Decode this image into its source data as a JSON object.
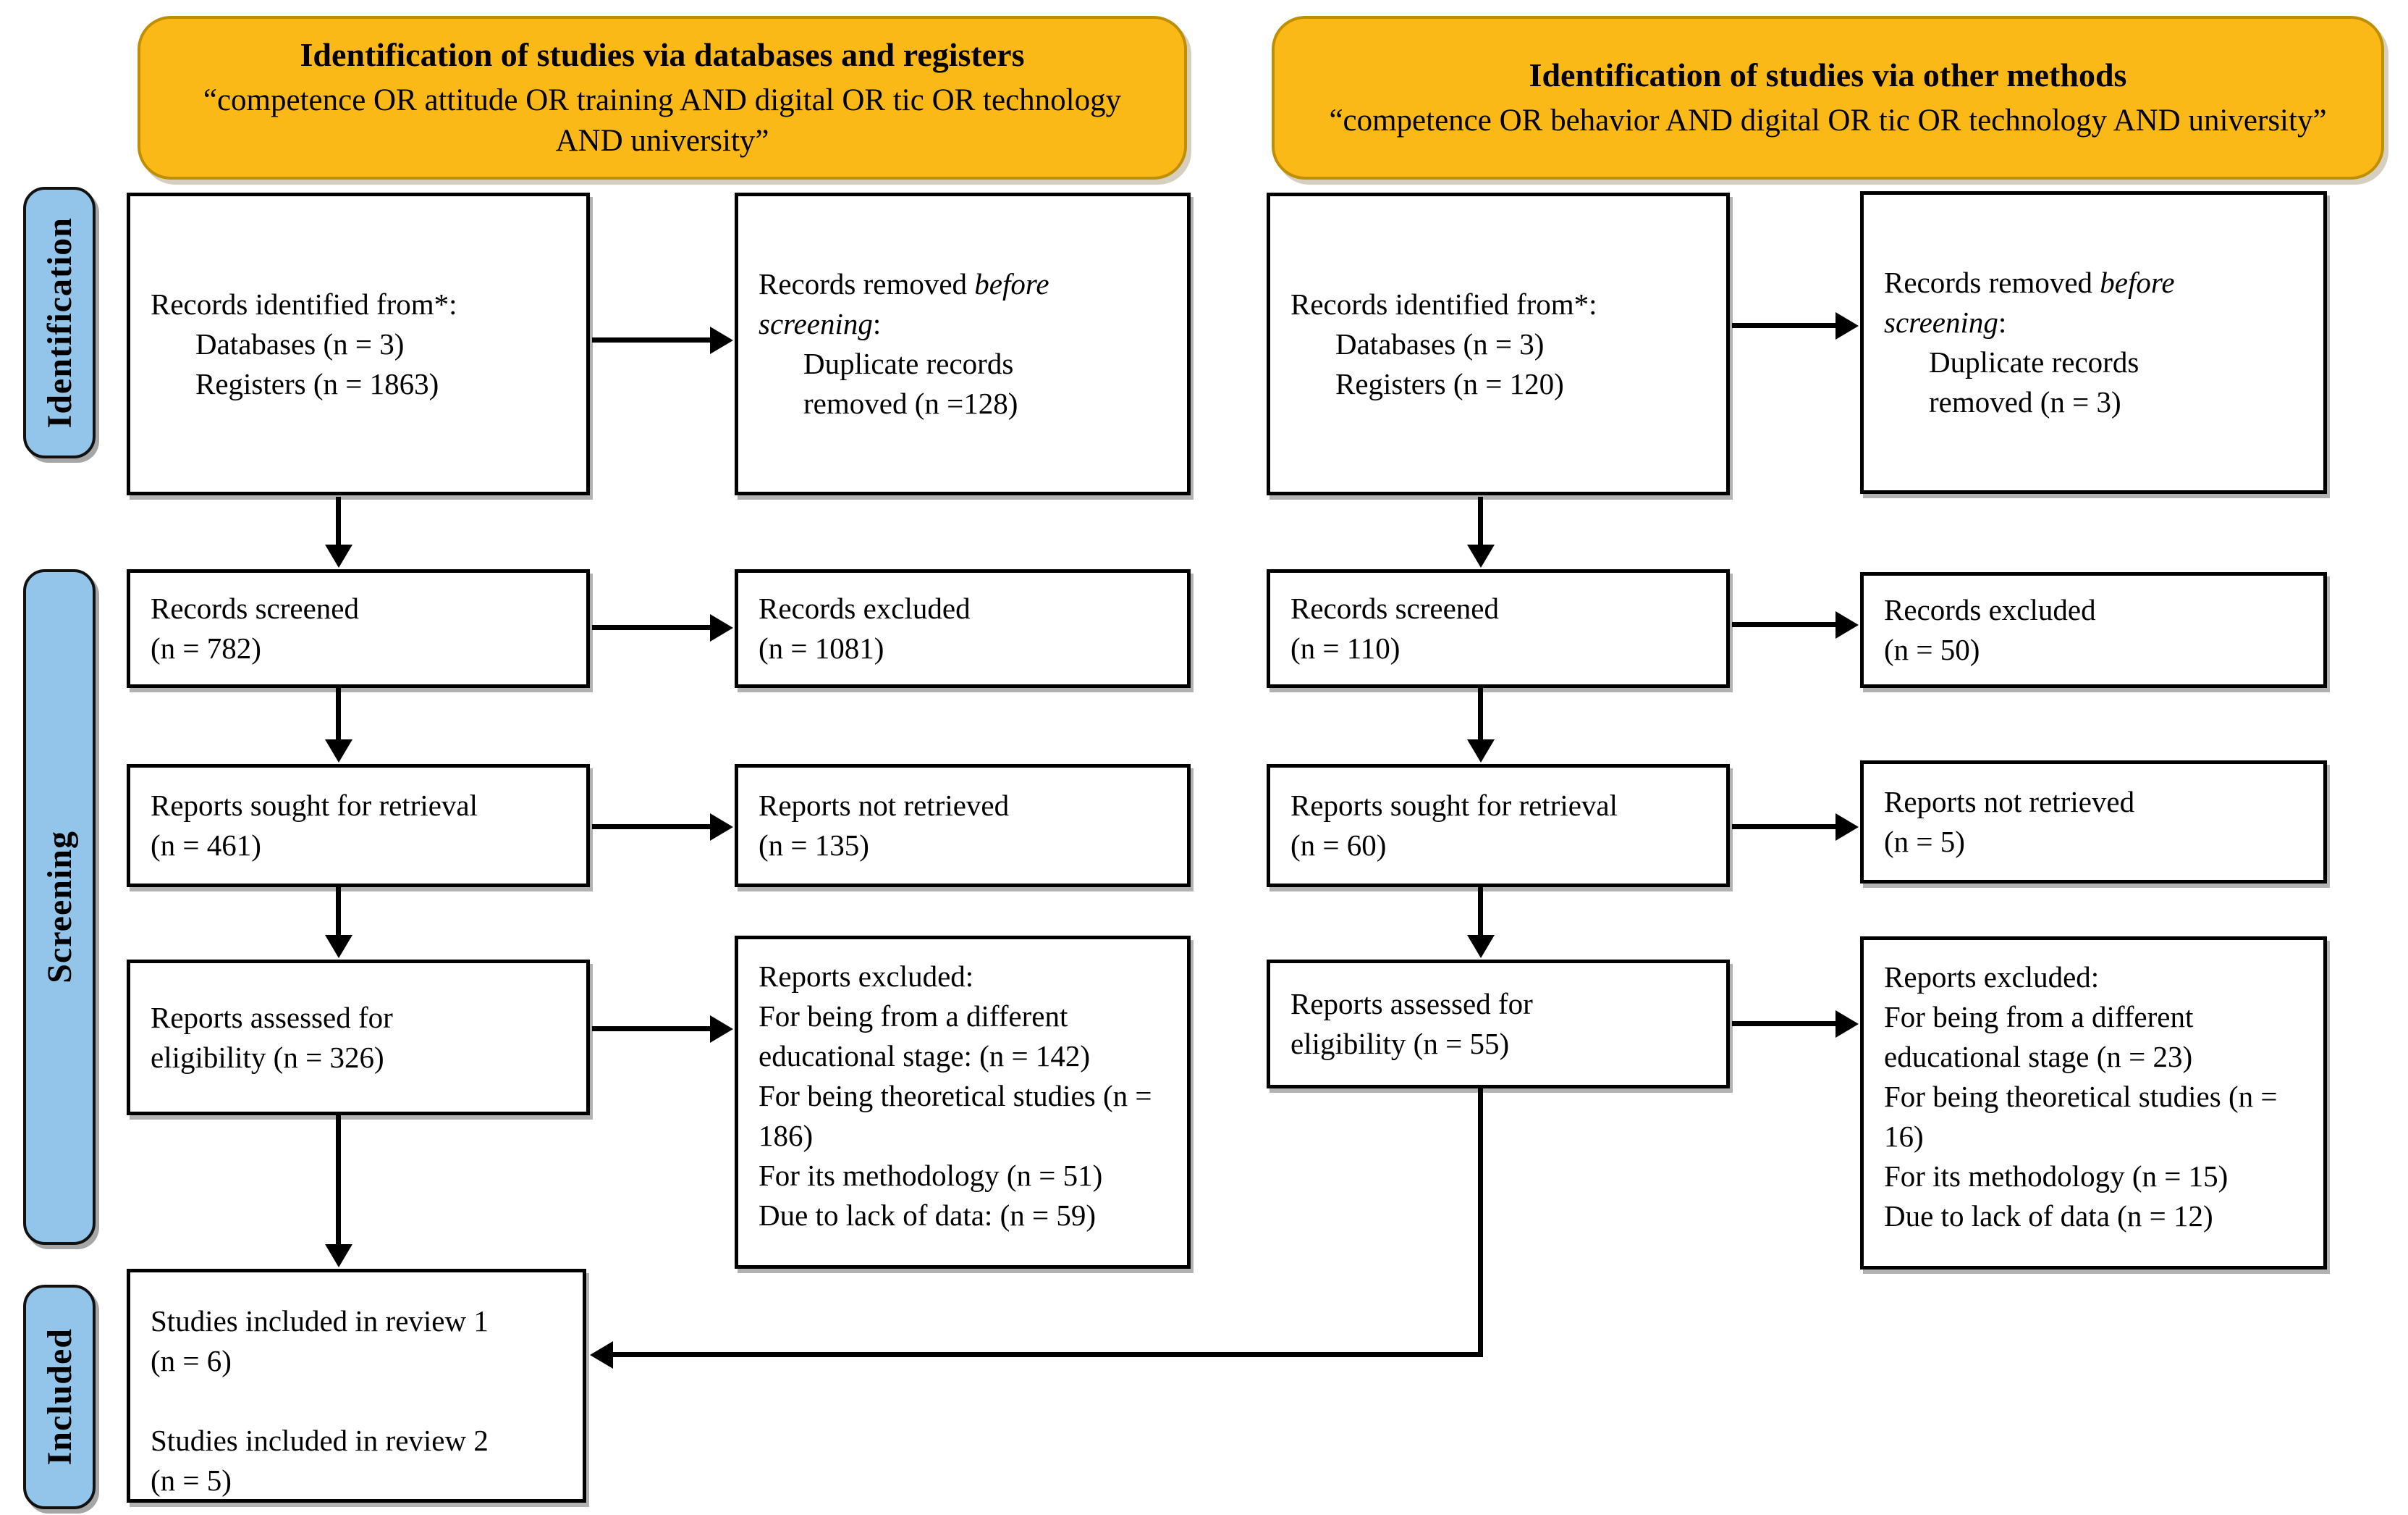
{
  "colors": {
    "banner_bg": "#FBB917",
    "banner_border": "#BE8F00",
    "stage_label_bg": "#92C5E9",
    "box_border": "#000000",
    "arrow": "#000000"
  },
  "headers": {
    "left": {
      "title": "Identification of studies via databases and registers",
      "query": "“competence OR attitude OR training AND digital OR tic OR technology AND university”"
    },
    "right": {
      "title": "Identification of studies via other methods",
      "query": "“competence OR behavior AND digital OR tic OR technology AND university”"
    }
  },
  "stages": {
    "identification": "Identification",
    "screening": "Screening",
    "included": "Included"
  },
  "left_col": {
    "identified": {
      "line1": "Records identified from*:",
      "line2": "Databases (n = 3)",
      "line3": "Registers (n = 1863)"
    },
    "removed": {
      "pre": "Records removed ",
      "italic": "before screening",
      "post": ":",
      "dup1": "Duplicate records",
      "dup2": "removed (n =128)"
    },
    "screened": {
      "line1": "Records screened",
      "line2": "(n = 782)"
    },
    "excluded": {
      "line1": "Records excluded",
      "line2": "(n = 1081)"
    },
    "sought": {
      "line1": "Reports sought for retrieval",
      "line2": "(n = 461)"
    },
    "not_retrieved": {
      "line1": "Reports not retrieved",
      "line2": "(n = 135)"
    },
    "assessed": {
      "line1": "Reports assessed for",
      "line2": "eligibility (n = 326)"
    },
    "reports_excluded": {
      "title": "Reports excluded:",
      "reason1": "For being from a different educational stage: (n = 142)",
      "reason2": "For being theoretical studies (n = 186)",
      "reason3": "For its methodology (n = 51)",
      "reason4": "Due to lack of data: (n = 59)"
    }
  },
  "right_col": {
    "identified": {
      "line1": "Records identified from*:",
      "line2": "Databases (n = 3)",
      "line3": "Registers (n = 120)"
    },
    "removed": {
      "pre": "Records removed ",
      "italic": "before screening",
      "post": ":",
      "dup1": "Duplicate records",
      "dup2": "removed (n = 3)"
    },
    "screened": {
      "line1": "Records screened",
      "line2": "(n = 110)"
    },
    "excluded": {
      "line1": "Records excluded",
      "line2": "(n = 50)"
    },
    "sought": {
      "line1": "Reports sought for retrieval",
      "line2": "(n = 60)"
    },
    "not_retrieved": {
      "line1": "Reports not retrieved",
      "line2": "(n = 5)"
    },
    "assessed": {
      "line1": "Reports assessed for",
      "line2": "eligibility (n = 55)"
    },
    "reports_excluded": {
      "title": "Reports excluded:",
      "reason1": "For being from a different educational stage (n = 23)",
      "reason2": "For being theoretical studies (n = 16)",
      "reason3": "For its methodology (n = 15)",
      "reason4": "Due to lack of data (n = 12)"
    }
  },
  "included_box": {
    "line1": "Studies included in review 1",
    "line2": "(n = 6)",
    "line3": "Studies included in review 2",
    "line4": "(n = 5)"
  }
}
